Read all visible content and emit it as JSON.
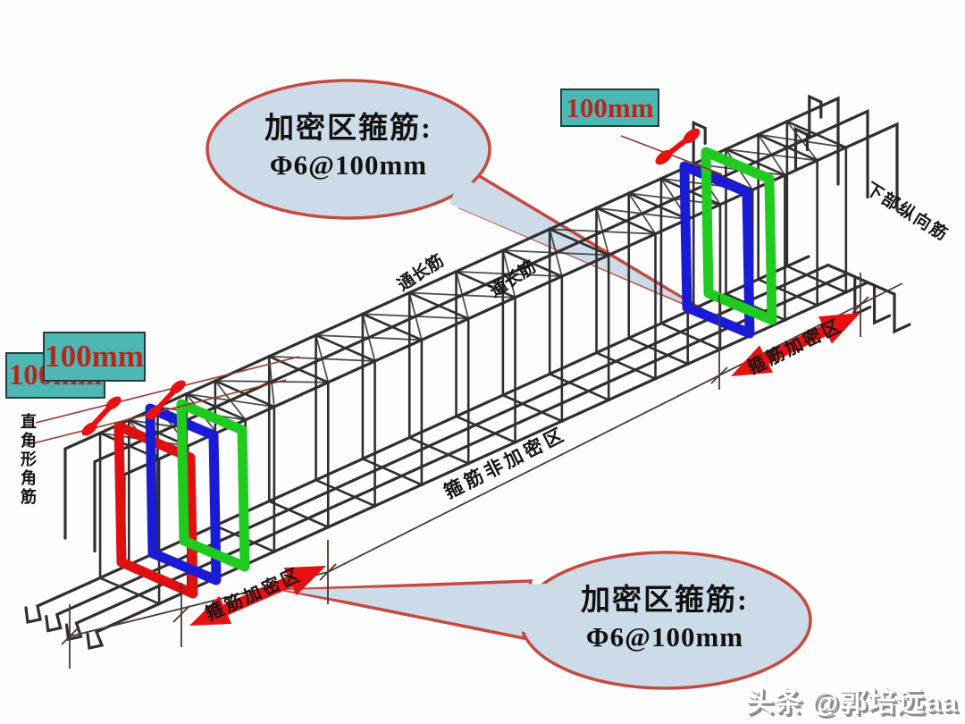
{
  "callouts": {
    "top": {
      "line1": "加密区箍筋:",
      "line2": "Φ6@100mm"
    },
    "bottom": {
      "line1": "加密区箍筋:",
      "line2": "Φ6@100mm"
    }
  },
  "spacing_boxes": {
    "left_back": "100mm",
    "left_front": "100mm",
    "top_right": "100mm"
  },
  "zone_labels": {
    "dense_left": "箍筋加密区",
    "dense_right": "箍筋加密区",
    "non_dense": "箍筋非加密区"
  },
  "part_labels": {
    "through_bar_a": "通长筋",
    "through_bar_b": "通长筋",
    "bottom_longitudinal": "下部纵向筋",
    "right_angle_corner_bar": "直角形角筋"
  },
  "watermark": "头条 @郭培远aa",
  "colors": {
    "cage_line": "#2f2f2f",
    "highlight_green": "#1ecb1e",
    "highlight_blue": "#1b1bd6",
    "highlight_red": "#e01010",
    "arrow_red": "#e81010",
    "callout_fill": "#ccdbe7",
    "callout_border": "#c6493f",
    "spacing_box_fill": "#4db7b3",
    "spacing_box_text": "#b6281e"
  }
}
